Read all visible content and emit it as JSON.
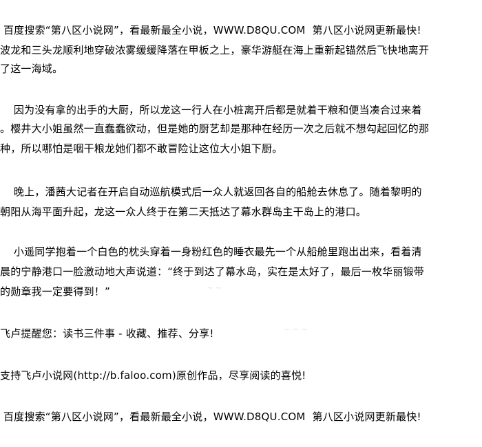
{
  "header": {
    "text": " 百度搜索“第八区小说网”，看最新最全小说，WWW.D8QU.COM  第八区小说网更新最快!"
  },
  "body": {
    "lines": [
      "波龙和三头龙顺利地穿破浓雾缓缓降落在甲板之上，豪华游艇在海上重新起锚然后飞快地离开",
      "了这一海域。",
      "",
      "    因为没有拿的出手的大厨，所以龙这一行人在小桩离开后都是就着干粮和便当凑合过来着",
      "。樱井大小姐虽然一直蠢蠢欲动，但是她的厨艺却是那种在经历一次之后就不想勾起回忆的那",
      "种，所以哪怕是咽干粮龙她们都不敢冒险让这位大小姐下厨。",
      "",
      "    晚上，潘茜大记者在开启自动巡航模式后一众人就返回各自的船舱去休息了。随着黎明的",
      "朝阳从海平面升起，龙这一众人终于在第二天抵达了幕水群岛主干岛上的港口。",
      "",
      "    小遥同学抱着一个白色的枕头穿着一身粉红色的睡衣最先一个从船舱里跑出出来，看着清",
      "晨的宁静港口一脸激动地大声说道：“终于到达了幕水岛，实在是太好了，最后一枚华丽锻带",
      "的勋章我一定要得到！”",
      "",
      "飞卢提醒您：读书三件事 - 收藏、推荐、分享!",
      "",
      "支持飞卢小说网(http://b.faloo.com)原创作品，尽享阅读的喜悦!"
    ]
  },
  "footer": {
    "text": " 百度搜索“第八区小说网”，看最新最全小说，WWW.D8QU.COM  第八区小说网更新最快!"
  }
}
